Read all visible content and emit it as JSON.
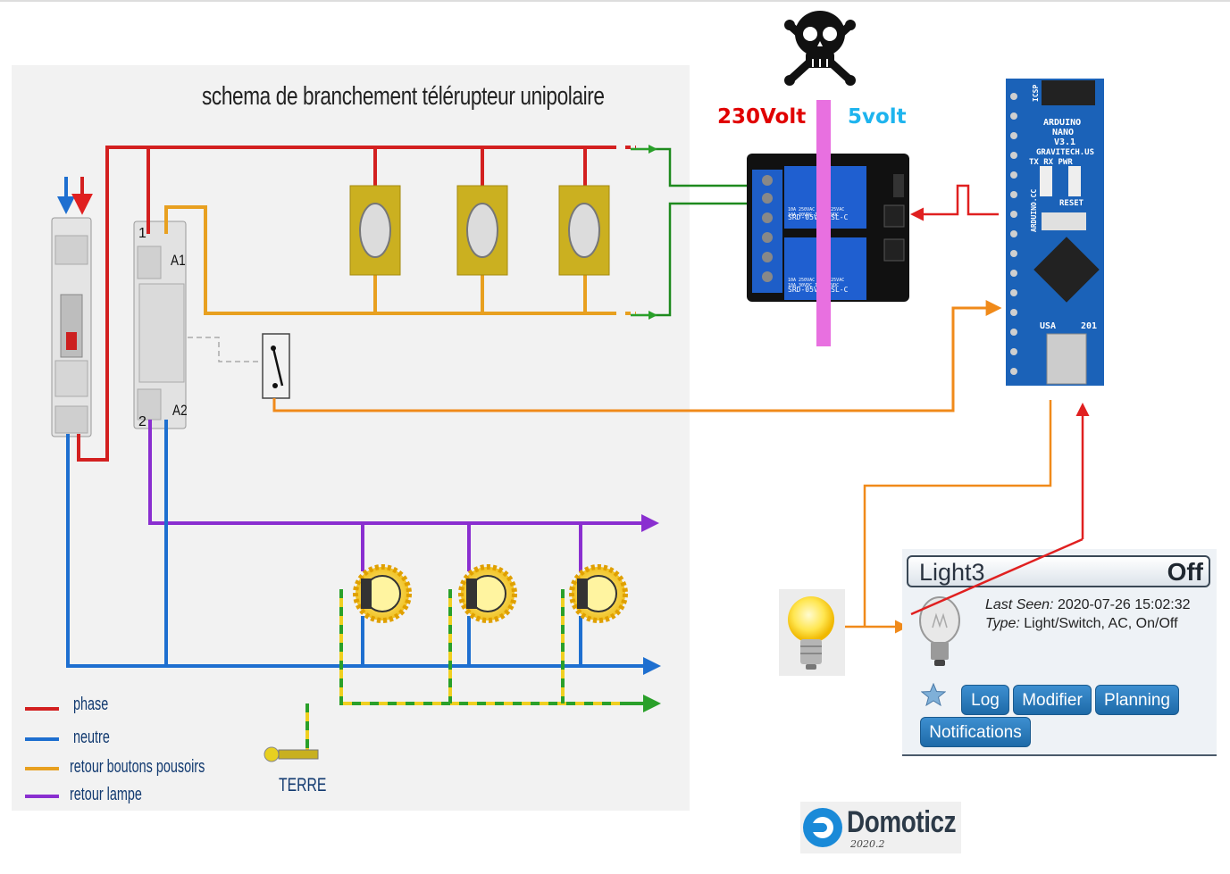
{
  "schema": {
    "title": "schema de branchement télérupteur unipolaire",
    "terminal_a1": "A1",
    "terminal_a2": "A2",
    "terminal_1": "1",
    "terminal_2": "2",
    "earth_label": "TERRE",
    "legend": [
      {
        "label": "phase",
        "color": "#d32020"
      },
      {
        "label": "neutre",
        "color": "#1e6fd0"
      },
      {
        "label": "retour boutons pousoirs",
        "color": "#e8a020"
      },
      {
        "label": "retour lampe",
        "color": "#8a2fd0"
      }
    ]
  },
  "voltage": {
    "high_label": "230Volt",
    "low_label": "5volt",
    "high_color": "#e00000",
    "low_color": "#1eb4ee",
    "separator_color": "#e870e0"
  },
  "relay": {
    "model_line1": "SRD-05VDC-SL-C",
    "model_line2": "SRD-05VDC-SL-C",
    "rating1": "10A 250VAC 10A 125VAC",
    "rating2": "10A 30VDC 10A 28VDC"
  },
  "arduino": {
    "name": "ARDUINO",
    "model": "NANO",
    "version": "V3.1",
    "maker": "GRAVITECH.US",
    "leds": "TX RX PWR",
    "reset": "RESET",
    "footer_left": "USA",
    "footer_right": "201",
    "side": "ICSP",
    "side_url": "ARDUINO.CC"
  },
  "domoticz_card": {
    "device_name": "Light3",
    "status": "Off",
    "last_seen_label": "Last Seen:",
    "last_seen_value": "2020-07-26 15:02:32",
    "type_label": "Type:",
    "type_value": "Light/Switch, AC, On/Off",
    "favorite_icon": "star-icon",
    "buttons": {
      "log": "Log",
      "edit": "Modifier",
      "timers": "Planning",
      "notifications": "Notifications"
    }
  },
  "domoticz_logo": {
    "name": "Domoticz",
    "version": "2020.2"
  },
  "icons": {
    "danger": "skull-crossbones-icon",
    "lamp": "light-bulb-icon",
    "device": "bulb-off-icon"
  }
}
